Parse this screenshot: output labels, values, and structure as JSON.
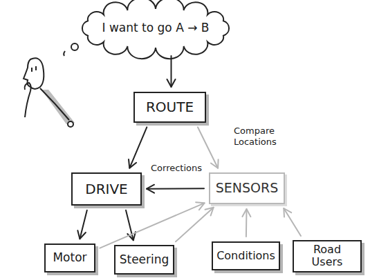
{
  "diagram": {
    "nodes": [
      {
        "text": [
          "I want to go A → B"
        ]
      },
      {
        "text": [
          "ROUTE"
        ]
      },
      {
        "text": [
          "DRIVE"
        ]
      },
      {
        "text": [
          "SENSORS"
        ]
      },
      {
        "text": [
          "Motor"
        ]
      },
      {
        "text": [
          "Steering"
        ]
      },
      {
        "text": [
          "Conditions"
        ]
      },
      {
        "text": [
          "Road Users"
        ]
      }
    ],
    "edges": [
      {
        "from": 0,
        "to": 1,
        "arrow": "to"
      },
      {
        "from": 1,
        "to": 2,
        "arrow": "to"
      },
      {
        "from": 1,
        "to": 3,
        "label": "Compare Locations",
        "arrow": "to"
      },
      {
        "from": 3,
        "to": 2,
        "label": "Corrections",
        "arrow": "to"
      },
      {
        "from": 2,
        "to": 4,
        "arrow": "to"
      },
      {
        "from": 2,
        "to": 5,
        "arrow": "to"
      },
      {
        "from": 4,
        "to": 3,
        "arrow": "to"
      },
      {
        "from": 5,
        "to": 3,
        "arrow": "to"
      },
      {
        "from": 6,
        "to": 3,
        "arrow": "to"
      },
      {
        "from": 7,
        "to": 3,
        "arrow": "to"
      }
    ]
  }
}
